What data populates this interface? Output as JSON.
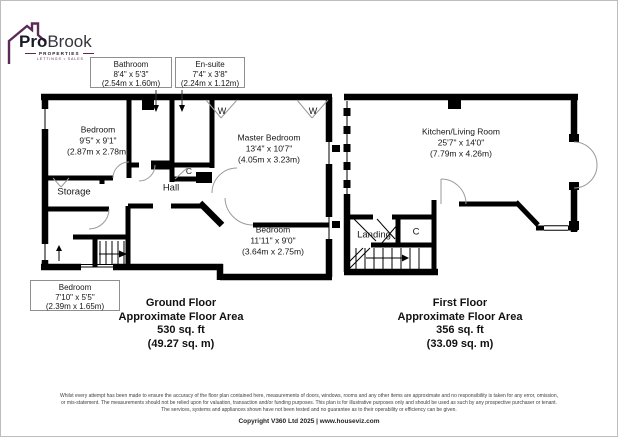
{
  "logo": {
    "brand_bold": "Pro",
    "brand_light": "Brook",
    "tagline": "PROPERTIES",
    "subtagline": "LETTINGS • SALES"
  },
  "ground_floor": {
    "callouts": {
      "bathroom": {
        "name": "Bathroom",
        "size_ft": "8'4\" x 5'3\"",
        "size_m": "(2.54m x 1.60m)"
      },
      "ensuite": {
        "name": "En-suite",
        "size_ft": "7'4\" x 3'8\"",
        "size_m": "(2.24m x 1.12m)"
      },
      "bedroom_bottom_left": {
        "name": "Bedroom",
        "size_ft": "7'10\" x 5'5\"",
        "size_m": "(2.39m x 1.65m)"
      }
    },
    "rooms": {
      "bedroom_top_left": {
        "name": "Bedroom",
        "size_ft": "9'5\" x 9'1\"",
        "size_m": "(2.87m x 2.78m)"
      },
      "master_bedroom": {
        "name": "Master Bedroom",
        "size_ft": "13'4\" x 10'7\"",
        "size_m": "(4.05m x 3.23m)"
      },
      "bedroom_bottom_right": {
        "name": "Bedroom",
        "size_ft": "11'11\" x 9'0\"",
        "size_m": "(3.64m x 2.75m)"
      },
      "storage_label": "Storage",
      "hall_label": "Hall",
      "wardrobe_label": "W",
      "cupboard_label": "C"
    },
    "summary": {
      "title": "Ground Floor",
      "subtitle": "Approximate Floor Area",
      "area_ft": "530 sq. ft",
      "area_m": "(49.27 sq. m)"
    }
  },
  "first_floor": {
    "rooms": {
      "kitchen_living": {
        "name": "Kitchen/Living Room",
        "size_ft": "25'7\" x 14'0\"",
        "size_m": "(7.79m x 4.26m)"
      },
      "landing_label": "Landing",
      "cupboard_label": "C"
    },
    "summary": {
      "title": "First Floor",
      "subtitle": "Approximate Floor Area",
      "area_ft": "356 sq. ft",
      "area_m": "(33.09 sq. m)"
    }
  },
  "footer": {
    "disclaimer_line1": "Whilst every attempt has been made to ensure the accuracy of the floor plan contained here, measurements of doors, windows, rooms and any other items are approximate and no responsibility is taken for any error, omission,",
    "disclaimer_line2": "or mis-statement. The measurements should not be relied upon for valuation, transaction and/or funding purposes. This plan is for illustrative purposes only and should be used as such by any prospective purchaser or tenant.",
    "disclaimer_line3": "The services, systems and appliances shown have not been tested and no guarantee as to their operability or efficiency can be given.",
    "copyright": "Copyright V360 Ltd 2025 | www.houseviz.com"
  },
  "colors": {
    "brand_purple": "#5b2a56",
    "wall": "#000000",
    "text": "#1a1a1a"
  }
}
